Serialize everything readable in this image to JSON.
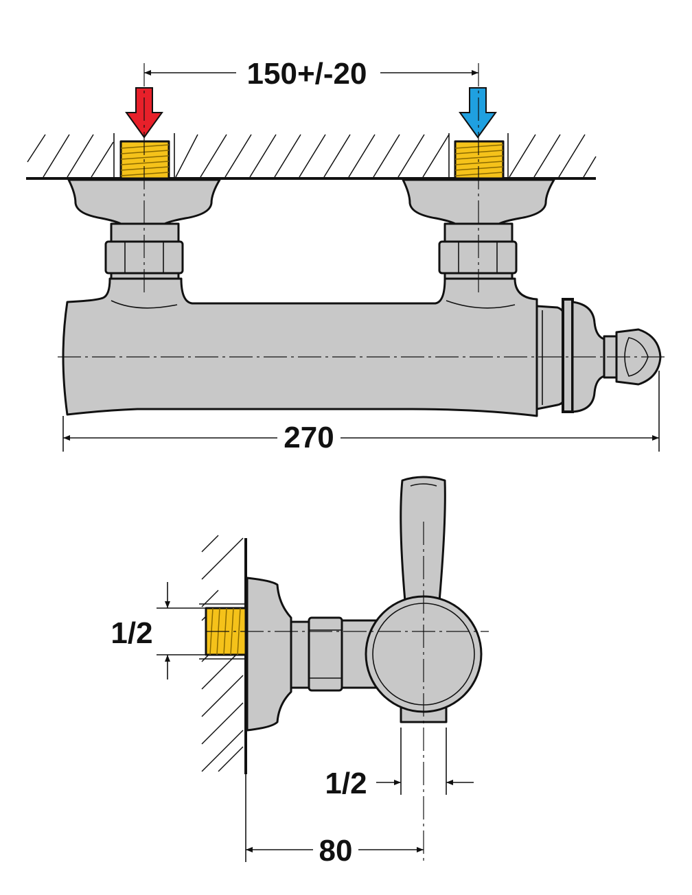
{
  "dimensions": {
    "inlet_spacing": "150+/-20",
    "overall_length": "270",
    "inlet_thread": "1/2",
    "outlet_thread": "1/2",
    "wall_to_outlet": "80"
  },
  "colors": {
    "hot_arrow": "#e8202a",
    "cold_arrow": "#1fa0e0",
    "thread": "#f5c21a",
    "body": "#c8c8c8",
    "line": "#111111",
    "background": "#ffffff"
  },
  "icons": {
    "hot": "hot-water-arrow-icon",
    "cold": "cold-water-arrow-icon"
  }
}
